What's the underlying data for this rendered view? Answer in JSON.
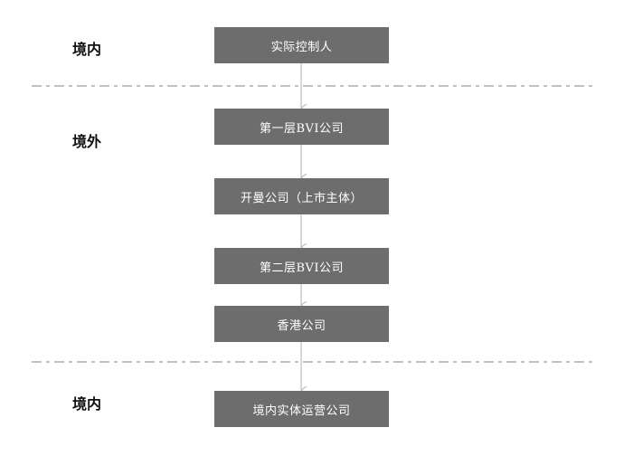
{
  "zones": [
    {
      "label": "境内"
    },
    {
      "label": "境外"
    },
    {
      "label": "境内"
    }
  ],
  "nodes": [
    {
      "label": "实际控制人"
    },
    {
      "label": "第一层BVI公司"
    },
    {
      "label": "开曼公司（上市主体）"
    },
    {
      "label": "第二层BVI公司"
    },
    {
      "label": "香港公司"
    },
    {
      "label": "境内实体运营公司"
    }
  ],
  "colors": {
    "box": "#6d6d6d",
    "arrow": "#bdbdbd",
    "divider": "#9c9c9c",
    "node_text": "#ffffff",
    "zone_text": "#111111"
  }
}
